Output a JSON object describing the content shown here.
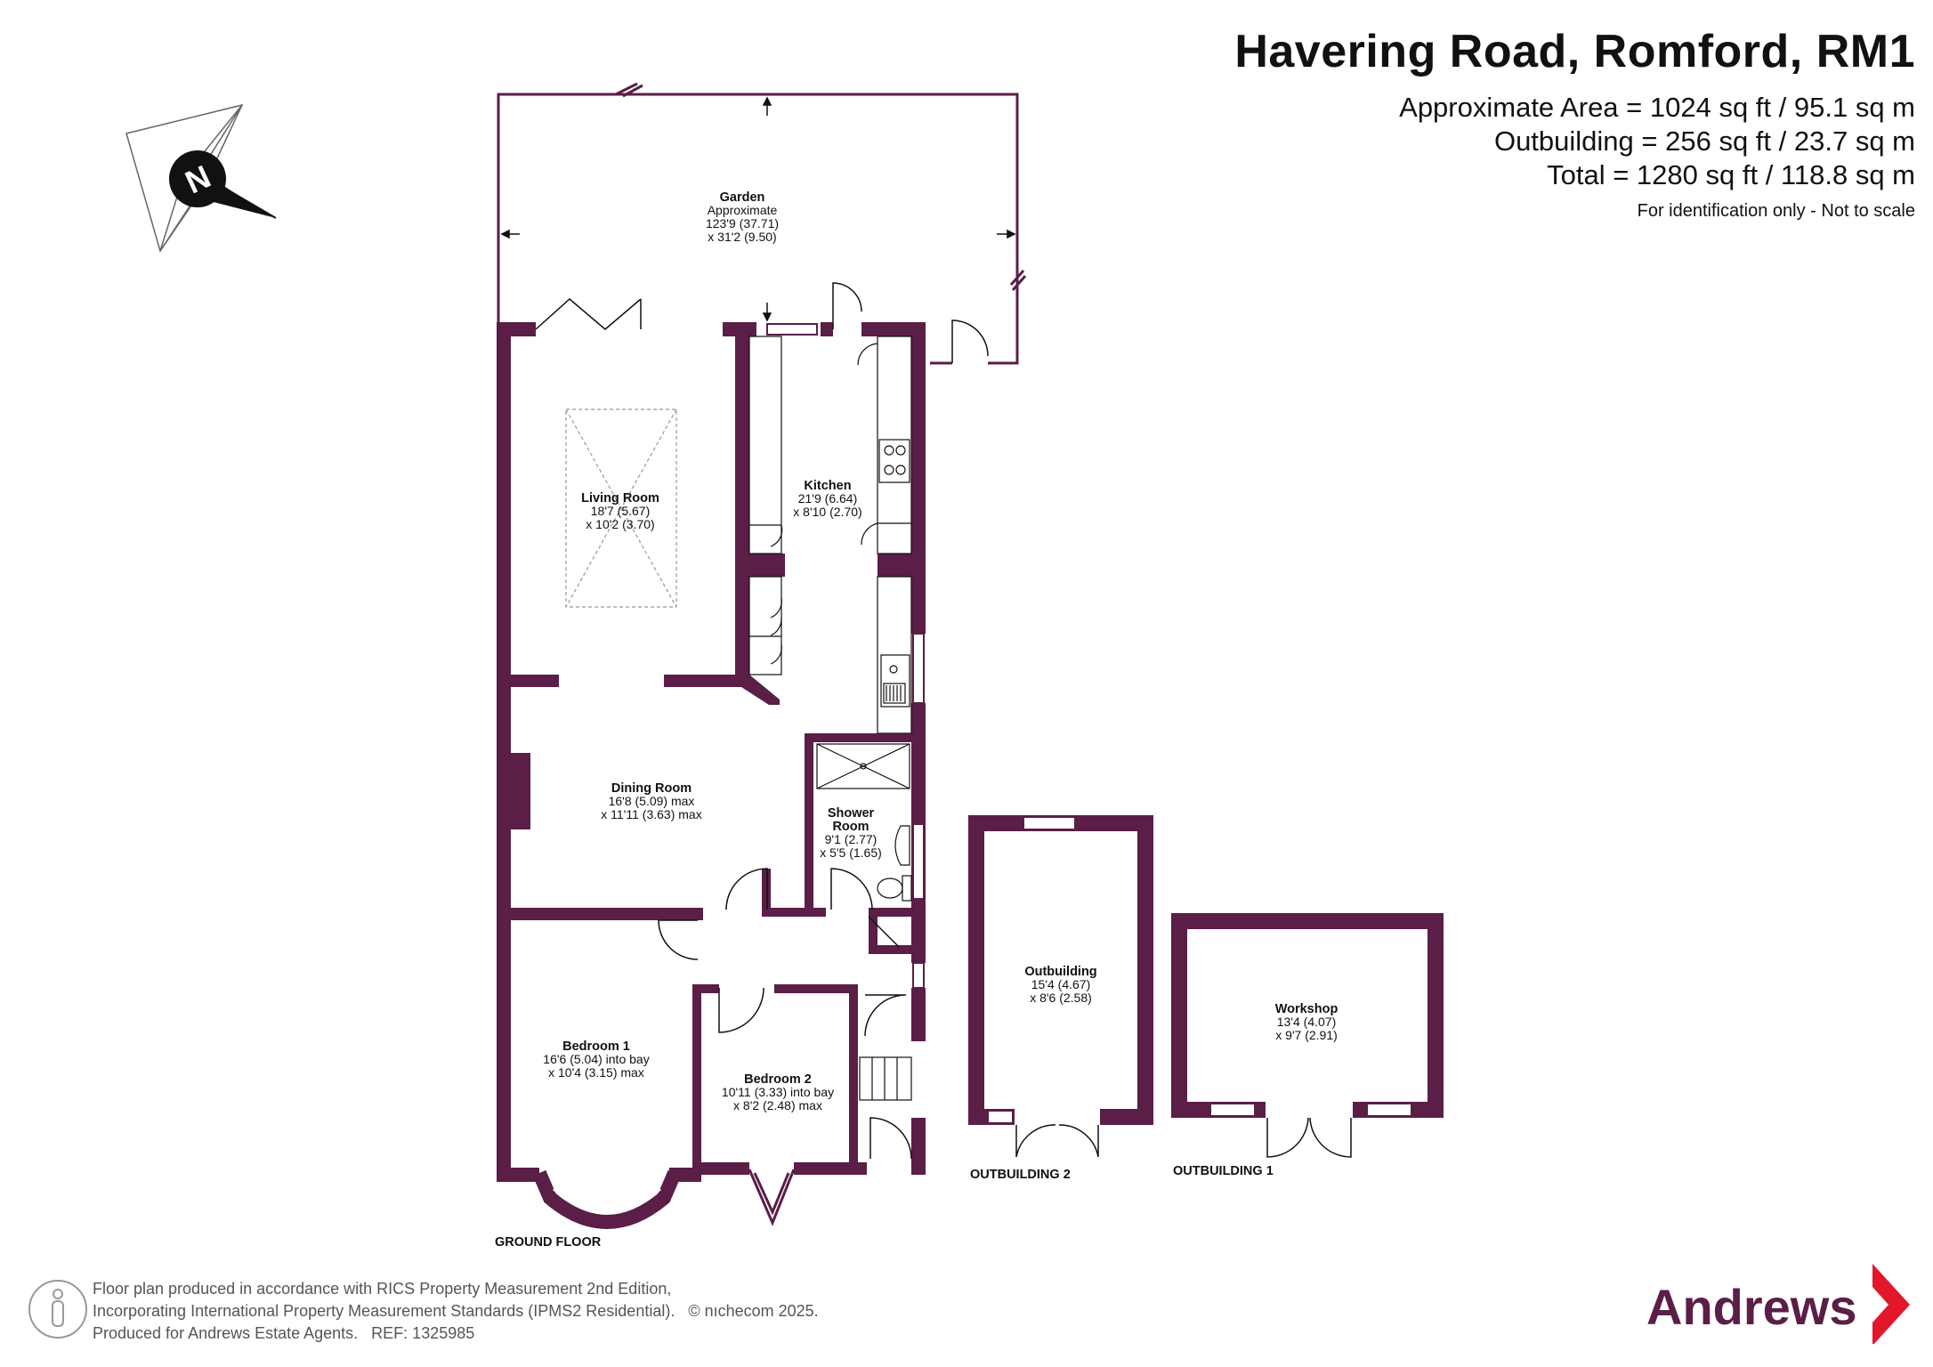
{
  "header": {
    "title": "Havering Road, Romford, RM1",
    "area_lines": [
      "Approximate Area = 1024 sq ft / 95.1 sq m",
      "Outbuilding = 256 sq ft / 23.7 sq m",
      "Total = 1280 sq ft / 118.8 sq m"
    ],
    "note": "For identification only - Not to scale"
  },
  "compass": {
    "letter": "N",
    "icon": "compass-icon"
  },
  "rooms": {
    "garden": {
      "name": "Garden",
      "lines": [
        "Approximate",
        "123'9 (37.71)",
        "x 31'2 (9.50)"
      ]
    },
    "living_room": {
      "name": "Living Room",
      "lines": [
        "18'7 (5.67)",
        "x 10'2 (3.70)"
      ]
    },
    "kitchen": {
      "name": "Kitchen",
      "lines": [
        "21'9 (6.64)",
        "x 8'10 (2.70)"
      ]
    },
    "dining_room": {
      "name": "Dining Room",
      "lines": [
        "16'8 (5.09) max",
        "x 11'11 (3.63) max"
      ]
    },
    "shower_room": {
      "name_lines": [
        "Shower",
        "Room"
      ],
      "lines": [
        "9'1 (2.77)",
        "x 5'5 (1.65)"
      ]
    },
    "bedroom1": {
      "name": "Bedroom 1",
      "lines": [
        "16'6 (5.04) into bay",
        "x 10'4 (3.15) max"
      ]
    },
    "bedroom2": {
      "name": "Bedroom 2",
      "lines": [
        "10'11 (3.33) into bay",
        "x 8'2 (2.48) max"
      ]
    },
    "outbuilding": {
      "name": "Outbuilding",
      "lines": [
        "15'4 (4.67)",
        "x 8'6 (2.58)"
      ]
    },
    "workshop": {
      "name": "Workshop",
      "lines": [
        "13'4 (4.07)",
        "x 9'7 (2.91)"
      ]
    }
  },
  "floor_labels": {
    "ground": "GROUND FLOOR",
    "outbuilding2": "OUTBUILDING 2",
    "outbuilding1": "OUTBUILDING 1"
  },
  "footer": {
    "lines": [
      "Floor plan produced in accordance with RICS Property Measurement 2nd Edition,",
      "Incorporating International Property Measurement Standards (IPMS2 Residential).   © nıchecom 2025.",
      "Produced for Andrews Estate Agents.   REF: 1325985"
    ]
  },
  "brand": {
    "name": "Andrews",
    "color": "#5a1e47",
    "accent": "#e2172c"
  },
  "colors": {
    "wall": "#5a1e47",
    "window": "#ffffff"
  }
}
